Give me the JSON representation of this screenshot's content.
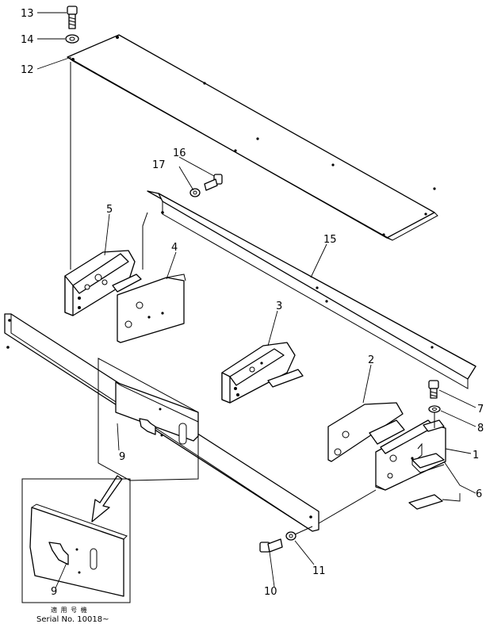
{
  "callouts": {
    "c1": "1",
    "c2": "2",
    "c3": "3",
    "c4": "4",
    "c5": "5",
    "c6": "6",
    "c7": "7",
    "c8": "8",
    "c9a": "9",
    "c9b": "9",
    "c10": "10",
    "c11": "11",
    "c12": "12",
    "c13": "13",
    "c14": "14",
    "c15": "15",
    "c16": "16",
    "c17": "17"
  },
  "footer": {
    "japanese_label": "適 用 号 機",
    "serial": "Serial No. 10018~"
  }
}
